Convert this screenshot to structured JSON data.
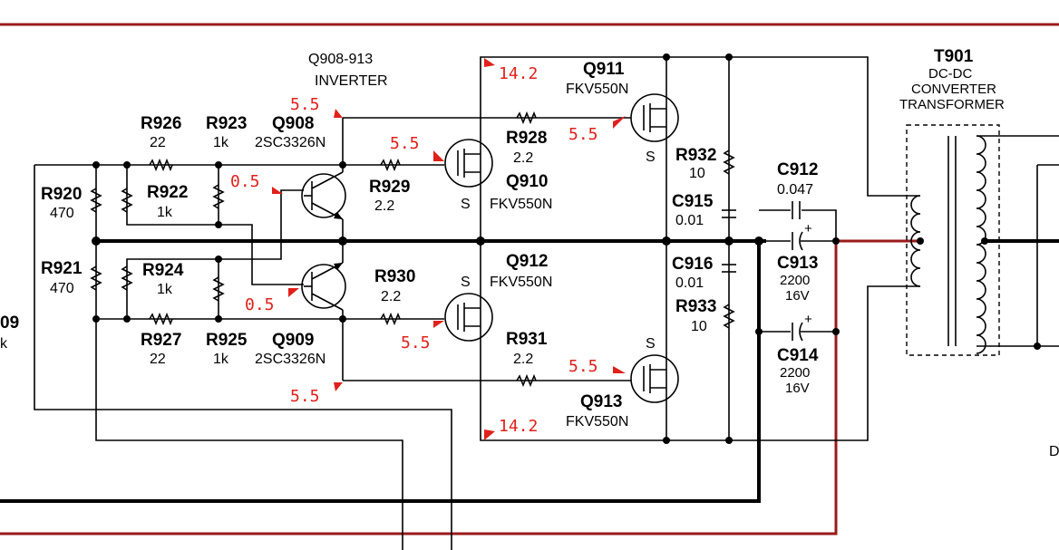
{
  "block_title": "Q908-913",
  "block_subtitle": "INVERTER",
  "transformer": {
    "ref": "T901",
    "desc_line1": "DC-DC",
    "desc_line2": "CONVERTER",
    "desc_line3": "TRANSFORMER"
  },
  "edge_left_ref": "09",
  "edge_left_val": "k",
  "edge_right_text": "D",
  "colors": {
    "wire": "#000000",
    "bus_red": "#9a1a1a",
    "voltage": "#e0201a"
  },
  "components": {
    "R926": {
      "ref": "R926",
      "value": "22"
    },
    "R923": {
      "ref": "R923",
      "value": "1k"
    },
    "R920": {
      "ref": "R920",
      "value": "470"
    },
    "R922": {
      "ref": "R922",
      "value": "1k"
    },
    "R921": {
      "ref": "R921",
      "value": "470"
    },
    "R924": {
      "ref": "R924",
      "value": "1k"
    },
    "R927": {
      "ref": "R927",
      "value": "22"
    },
    "R925": {
      "ref": "R925",
      "value": "1k"
    },
    "Q908": {
      "ref": "Q908",
      "type": "2SC3326N"
    },
    "Q909": {
      "ref": "Q909",
      "type": "2SC3326N"
    },
    "R929": {
      "ref": "R929",
      "value": "2.2"
    },
    "R930": {
      "ref": "R930",
      "value": "2.2"
    },
    "R928": {
      "ref": "R928",
      "value": "2.2"
    },
    "R931": {
      "ref": "R931",
      "value": "2.2"
    },
    "Q910": {
      "ref": "Q910",
      "type": "FKV550N"
    },
    "Q911": {
      "ref": "Q911",
      "type": "FKV550N"
    },
    "Q912": {
      "ref": "Q912",
      "type": "FKV550N"
    },
    "Q913": {
      "ref": "Q913",
      "type": "FKV550N"
    },
    "R932": {
      "ref": "R932",
      "value": "10"
    },
    "R933": {
      "ref": "R933",
      "value": "10"
    },
    "C915": {
      "ref": "C915",
      "value": "0.01"
    },
    "C916": {
      "ref": "C916",
      "value": "0.01"
    },
    "C912": {
      "ref": "C912",
      "value": "0.047"
    },
    "C913": {
      "ref": "C913",
      "value": "2200",
      "rating": "16V"
    },
    "C914": {
      "ref": "C914",
      "value": "2200",
      "rating": "16V"
    }
  },
  "source_label": "S",
  "voltages": {
    "q908_collector": "5.5",
    "q908_base": "0.5",
    "q909_base": "0.5",
    "q909_collector": "5.5",
    "q910_gate": "5.5",
    "q911_gate": "5.5",
    "q912_gate": "5.5",
    "q913_gate": "5.5",
    "drain_top": "14.2",
    "drain_bottom": "14.2"
  }
}
